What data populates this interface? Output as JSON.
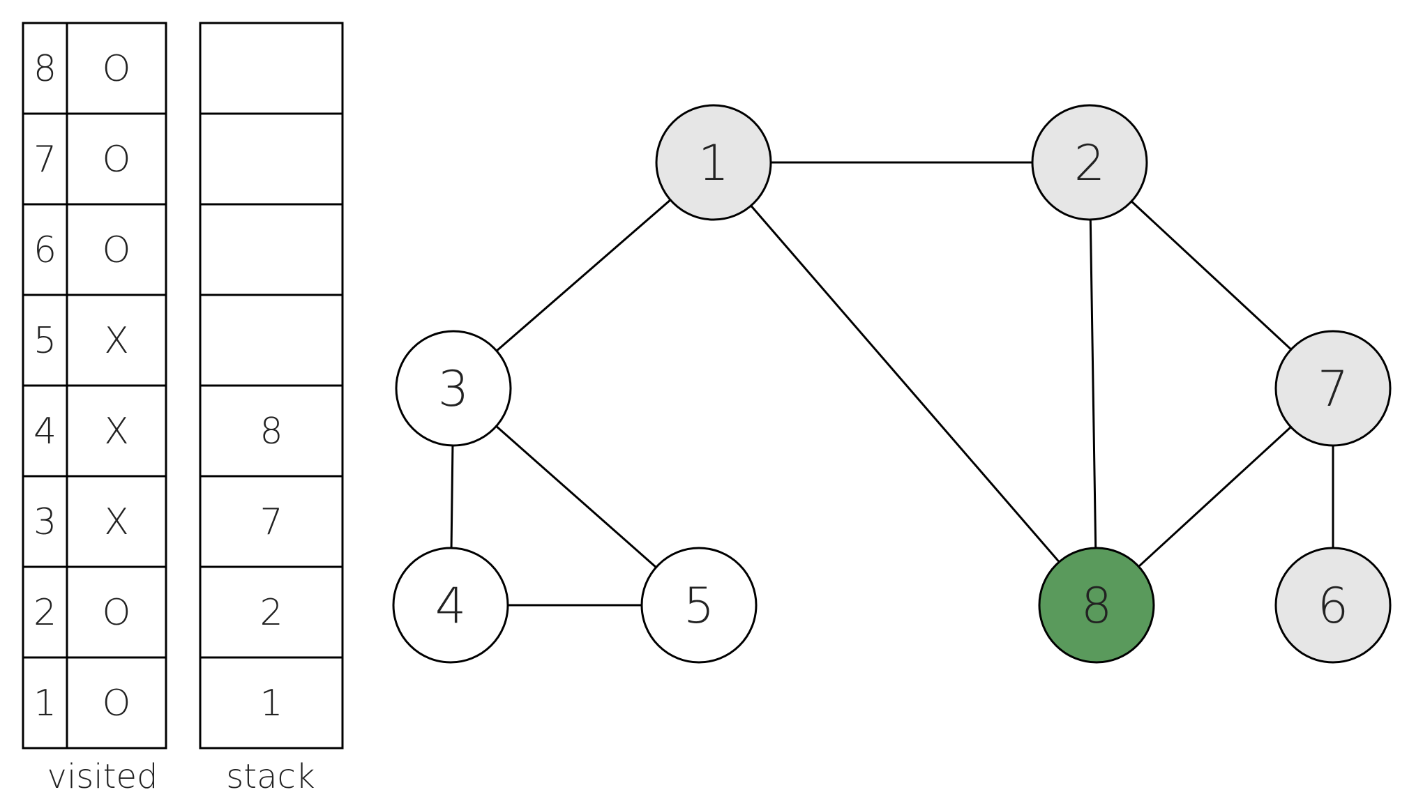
{
  "colors": {
    "stroke": "#000000",
    "node_default": "#ffffff",
    "node_grey": "#e6e6e6",
    "node_current": "#5a9a5c",
    "text_highlight": "#5a9a5c",
    "text": "#222222"
  },
  "visited": {
    "label": "visited",
    "rows": [
      {
        "index": "8",
        "value": "O",
        "highlight": true
      },
      {
        "index": "7",
        "value": "O",
        "highlight": false
      },
      {
        "index": "6",
        "value": "O",
        "highlight": false
      },
      {
        "index": "5",
        "value": "X",
        "highlight": false
      },
      {
        "index": "4",
        "value": "X",
        "highlight": false
      },
      {
        "index": "3",
        "value": "X",
        "highlight": false
      },
      {
        "index": "2",
        "value": "O",
        "highlight": false
      },
      {
        "index": "1",
        "value": "O",
        "highlight": false
      }
    ]
  },
  "stack": {
    "label": "stack",
    "cells": [
      "",
      "",
      "",
      "",
      "8",
      "7",
      "2",
      "1"
    ]
  },
  "graph": {
    "nodes": [
      {
        "id": "1",
        "state": "grey"
      },
      {
        "id": "2",
        "state": "grey"
      },
      {
        "id": "3",
        "state": "default"
      },
      {
        "id": "4",
        "state": "default"
      },
      {
        "id": "5",
        "state": "default"
      },
      {
        "id": "6",
        "state": "grey"
      },
      {
        "id": "7",
        "state": "grey"
      },
      {
        "id": "8",
        "state": "current"
      }
    ],
    "edges": [
      [
        "1",
        "2"
      ],
      [
        "1",
        "3"
      ],
      [
        "1",
        "8"
      ],
      [
        "2",
        "8"
      ],
      [
        "2",
        "7"
      ],
      [
        "3",
        "4"
      ],
      [
        "3",
        "5"
      ],
      [
        "4",
        "5"
      ],
      [
        "7",
        "8"
      ],
      [
        "7",
        "6"
      ]
    ]
  }
}
